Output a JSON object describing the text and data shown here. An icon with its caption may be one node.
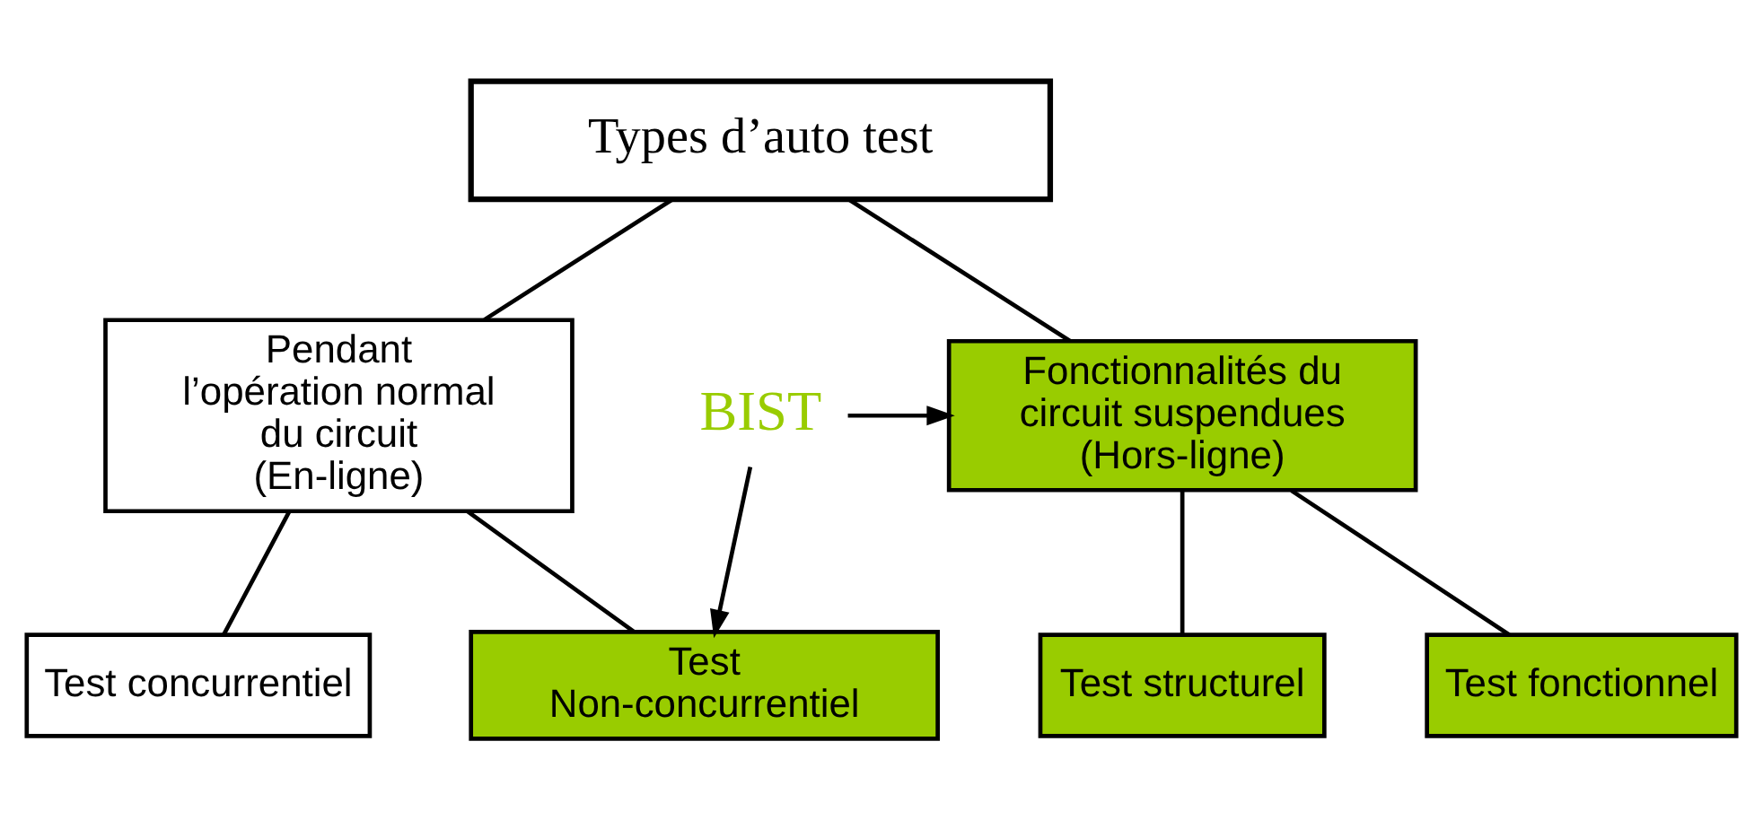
{
  "diagram": {
    "nodes": [
      {
        "text": [
          "Types d’auto test"
        ]
      },
      {
        "text": [
          "Pendant l’opération normal du circuit (En-ligne)"
        ]
      },
      {
        "text": [
          "BIST"
        ]
      },
      {
        "text": [
          "Fonctionnalités du circuit suspendues (Hors-ligne)"
        ]
      },
      {
        "text": [
          "Test concurrentiel"
        ]
      },
      {
        "text": [
          "Test Non-concurrentiel"
        ]
      },
      {
        "text": [
          "Test structurel"
        ]
      },
      {
        "text": [
          "Test fonctionnel"
        ]
      }
    ],
    "edges": [
      {
        "from": 0,
        "to": 1,
        "arrow": "none"
      },
      {
        "from": 0,
        "to": 3,
        "arrow": "none"
      },
      {
        "from": 2,
        "to": 3,
        "arrow": "to"
      },
      {
        "from": 2,
        "to": 5,
        "arrow": "to"
      },
      {
        "from": 1,
        "to": 4,
        "arrow": "none"
      },
      {
        "from": 1,
        "to": 5,
        "arrow": "none"
      },
      {
        "from": 3,
        "to": 6,
        "arrow": "none"
      },
      {
        "from": 3,
        "to": 7,
        "arrow": "none"
      }
    ]
  }
}
